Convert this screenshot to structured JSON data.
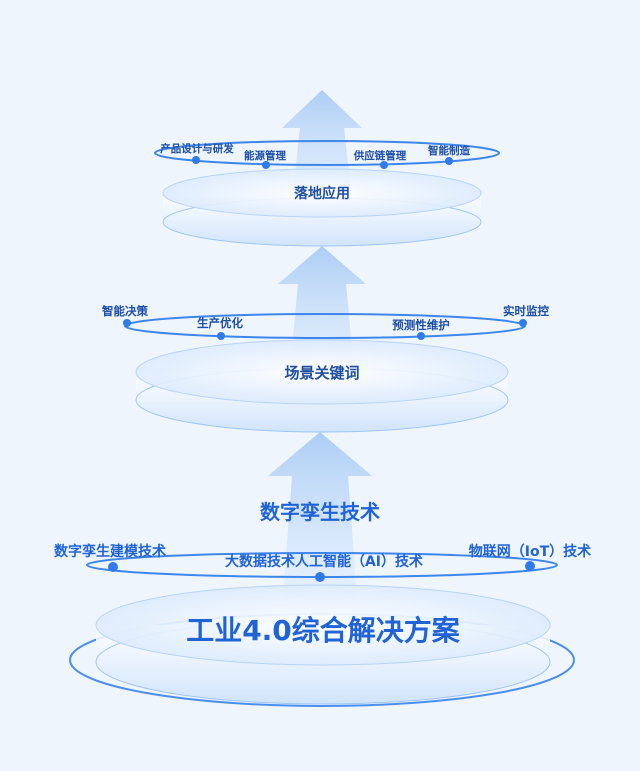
{
  "colors": {
    "background": "#eef5fd",
    "text_primary": "#1f63d6",
    "text_small": "#1d4ea8",
    "accent_blue": "#2f7bea",
    "ring_line": "#3d86ec"
  },
  "tiers": [
    {
      "title": "工业4.0综合解决方案",
      "keywords": [
        "数字孪生建模技术",
        "大数据技术人工智能（AI）技术",
        "物联网（IoT）技术"
      ]
    },
    {
      "title": "场景关键词",
      "keywords": [
        "智能决策",
        "生产优化",
        "预测性维护",
        "实时监控"
      ]
    },
    {
      "title": "落地应用",
      "keywords": [
        "产品设计与研发",
        "能源管理",
        "供应链管理",
        "智能制造"
      ]
    }
  ],
  "arrow_label": "数字孪生技术"
}
